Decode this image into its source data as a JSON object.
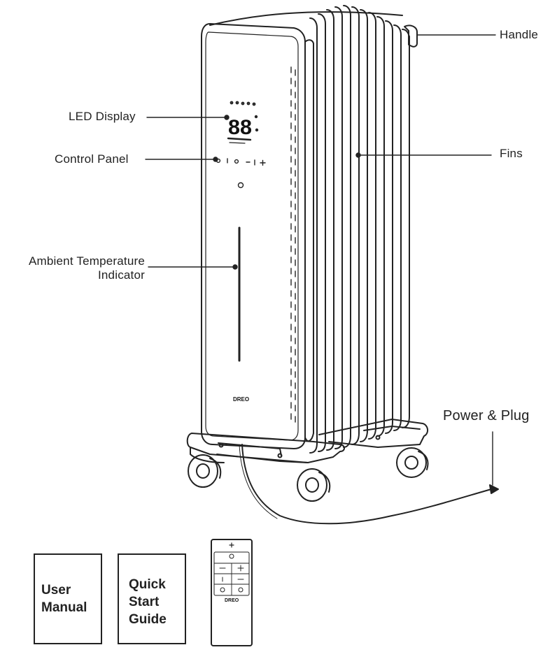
{
  "labels": {
    "handle": "Handle",
    "led_display": "LED Display",
    "fins": "Fins",
    "control_panel": "Control Panel",
    "ambient_line1": "Ambient Temperature",
    "ambient_line2": "Indicator",
    "power_plug": "Power & Plug"
  },
  "heater": {
    "display_digits": "88",
    "brand": "DREO"
  },
  "accessories": {
    "user_manual": [
      "User",
      "Manual"
    ],
    "quick_start": [
      "Quick",
      "Start",
      "Guide"
    ],
    "remote_brand": "DREO"
  }
}
